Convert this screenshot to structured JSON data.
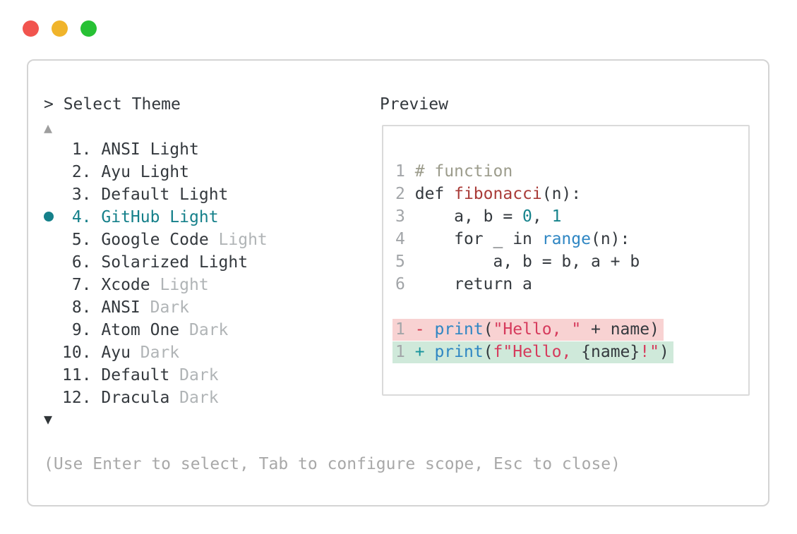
{
  "colors": {
    "text": "#34393e",
    "muted": "#b0b4b6",
    "accent": "#15808a",
    "lnum": "#a2a5a8",
    "comment": "#9c9c8c",
    "func": "#a93b38",
    "num": "#16838c",
    "builtin": "#2e86c3",
    "string": "#d63a5c",
    "sign_removed": "#d2354b",
    "sign_added": "#17939c",
    "removed_bg": "#f8d2d2",
    "added_bg": "#cfe9da",
    "border": "#d4d4d4",
    "border_light": "#dadada",
    "light_red": "#f1544e",
    "light_yellow": "#f0b42b",
    "light_green": "#27c134",
    "arrow_up": "#9e9e9e",
    "arrow_down": "#303538"
  },
  "window": {
    "traffic_lights": [
      "close",
      "minimize",
      "zoom"
    ]
  },
  "prompt": {
    "text": "> Select Theme"
  },
  "list": {
    "scroll_up": "▲",
    "scroll_down": "▼",
    "items": [
      {
        "number": "1.",
        "selected": false,
        "segments": [
          {
            "text": "ANSI Light",
            "muted": false
          }
        ]
      },
      {
        "number": "2.",
        "selected": false,
        "segments": [
          {
            "text": "Ayu Light",
            "muted": false
          }
        ]
      },
      {
        "number": "3.",
        "selected": false,
        "segments": [
          {
            "text": "Default Light",
            "muted": false
          }
        ]
      },
      {
        "number": "4.",
        "selected": true,
        "segments": [
          {
            "text": "GitHub Light",
            "muted": false
          }
        ]
      },
      {
        "number": "5.",
        "selected": false,
        "segments": [
          {
            "text": "Google Code ",
            "muted": false
          },
          {
            "text": "Light",
            "muted": true
          }
        ]
      },
      {
        "number": "6.",
        "selected": false,
        "segments": [
          {
            "text": "Solarized Light",
            "muted": false
          }
        ]
      },
      {
        "number": "7.",
        "selected": false,
        "segments": [
          {
            "text": "Xcode ",
            "muted": false
          },
          {
            "text": "Light",
            "muted": true
          }
        ]
      },
      {
        "number": "8.",
        "selected": false,
        "segments": [
          {
            "text": "ANSI ",
            "muted": false
          },
          {
            "text": "Dark",
            "muted": true
          }
        ]
      },
      {
        "number": "9.",
        "selected": false,
        "segments": [
          {
            "text": "Atom One ",
            "muted": false
          },
          {
            "text": "Dark",
            "muted": true
          }
        ]
      },
      {
        "number": "10.",
        "selected": false,
        "segments": [
          {
            "text": "Ayu ",
            "muted": false
          },
          {
            "text": "Dark",
            "muted": true
          }
        ]
      },
      {
        "number": "11.",
        "selected": false,
        "segments": [
          {
            "text": "Default ",
            "muted": false
          },
          {
            "text": "Dark",
            "muted": true
          }
        ]
      },
      {
        "number": "12.",
        "selected": false,
        "segments": [
          {
            "text": "Dracula ",
            "muted": false
          },
          {
            "text": "Dark",
            "muted": true
          }
        ]
      }
    ]
  },
  "preview": {
    "label": "Preview",
    "code_lines": [
      {
        "number": "1",
        "tokens": [
          {
            "t": "# function",
            "c": "comment"
          }
        ]
      },
      {
        "number": "2",
        "tokens": [
          {
            "t": "def "
          },
          {
            "t": "fibonacci",
            "c": "func"
          },
          {
            "t": "(n):"
          }
        ]
      },
      {
        "number": "3",
        "tokens": [
          {
            "t": "    a, b = "
          },
          {
            "t": "0",
            "c": "num"
          },
          {
            "t": ", "
          },
          {
            "t": "1",
            "c": "num"
          }
        ]
      },
      {
        "number": "4",
        "tokens": [
          {
            "t": "    for _ in "
          },
          {
            "t": "range",
            "c": "builtin"
          },
          {
            "t": "(n):"
          }
        ]
      },
      {
        "number": "5",
        "tokens": [
          {
            "t": "        a, b = b, a + b"
          }
        ]
      },
      {
        "number": "6",
        "tokens": [
          {
            "t": "    return a"
          }
        ]
      }
    ],
    "diff_lines": [
      {
        "number": "1",
        "kind": "removed",
        "sign": "-",
        "tokens": [
          {
            "t": "print",
            "c": "builtin"
          },
          {
            "t": "("
          },
          {
            "t": "\"Hello, \"",
            "c": "string"
          },
          {
            "t": " + name)"
          }
        ]
      },
      {
        "number": "1",
        "kind": "added",
        "sign": "+",
        "tokens": [
          {
            "t": "print",
            "c": "builtin"
          },
          {
            "t": "("
          },
          {
            "t": "f\"Hello, ",
            "c": "string"
          },
          {
            "t": "{name}"
          },
          {
            "t": "!\"",
            "c": "string"
          },
          {
            "t": ")"
          }
        ]
      }
    ]
  },
  "hint": "(Use Enter to select, Tab to configure scope, Esc to close)"
}
